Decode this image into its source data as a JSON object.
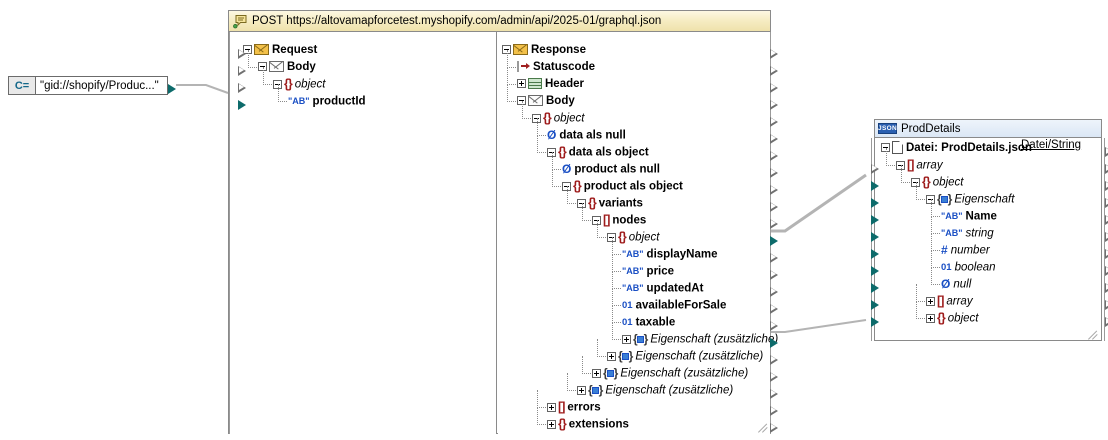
{
  "constant": {
    "name": "constant-box",
    "tag": "C=",
    "value": "\"gid://shopify/Produc...\""
  },
  "web_service": {
    "title": "POST https://altovamapforcetest.myshopify.com/admin/api/2025-01/graphql.json",
    "icon": "web-service-icon",
    "request": {
      "root_label": "Request",
      "nodes": [
        {
          "label": "Request",
          "indent": 0,
          "icon": "envelope-orange",
          "expander": "minus",
          "style": "bold",
          "port": "open"
        },
        {
          "label": "Body",
          "indent": 1,
          "icon": "envelope-white",
          "expander": "minus",
          "style": "bold",
          "port": "open"
        },
        {
          "label": "object",
          "indent": 2,
          "icon": "object",
          "expander": "minus",
          "style": "italic",
          "port": "open"
        },
        {
          "label": "productId",
          "indent": 3,
          "icon": "string",
          "expander": "none",
          "style": "bold",
          "port": "filled"
        }
      ]
    },
    "response": {
      "root_label": "Response",
      "nodes": [
        {
          "label": "Response",
          "indent": 0,
          "icon": "envelope-orange",
          "expander": "minus",
          "style": "bold",
          "port": "open"
        },
        {
          "label": "Statuscode",
          "indent": 1,
          "icon": "statuscode",
          "expander": "none",
          "style": "bold",
          "port": "open"
        },
        {
          "label": "Header",
          "indent": 1,
          "icon": "table",
          "expander": "plus",
          "style": "bold",
          "port": "open"
        },
        {
          "label": "Body",
          "indent": 1,
          "icon": "envelope-white",
          "expander": "minus",
          "style": "bold",
          "port": "open"
        },
        {
          "label": "object",
          "indent": 2,
          "icon": "object",
          "expander": "minus",
          "style": "italic",
          "port": "open"
        },
        {
          "label": "data als null",
          "indent": 3,
          "icon": "null",
          "expander": "none",
          "style": "bold",
          "port": "open"
        },
        {
          "label": "data als object",
          "indent": 3,
          "icon": "object",
          "expander": "minus",
          "style": "bold",
          "port": "open"
        },
        {
          "label": "product als null",
          "indent": 4,
          "icon": "null",
          "expander": "none",
          "style": "bold",
          "port": "open"
        },
        {
          "label": "product als object",
          "indent": 4,
          "icon": "object",
          "expander": "minus",
          "style": "bold",
          "port": "open"
        },
        {
          "label": "variants",
          "indent": 5,
          "icon": "object",
          "expander": "minus",
          "style": "bold",
          "port": "open"
        },
        {
          "label": "nodes",
          "indent": 6,
          "icon": "array",
          "expander": "minus",
          "style": "bold",
          "port": "open"
        },
        {
          "label": "object",
          "indent": 7,
          "icon": "object",
          "expander": "minus",
          "style": "italic",
          "port": "filled"
        },
        {
          "label": "displayName",
          "indent": 8,
          "icon": "string",
          "expander": "none",
          "style": "bold",
          "port": "open"
        },
        {
          "label": "price",
          "indent": 8,
          "icon": "string",
          "expander": "none",
          "style": "bold",
          "port": "open"
        },
        {
          "label": "updatedAt",
          "indent": 8,
          "icon": "string",
          "expander": "none",
          "style": "bold",
          "port": "open"
        },
        {
          "label": "availableForSale",
          "indent": 8,
          "icon": "boolean",
          "expander": "none",
          "style": "bold",
          "port": "open"
        },
        {
          "label": "taxable",
          "indent": 8,
          "icon": "boolean",
          "expander": "none",
          "style": "bold",
          "port": "open"
        },
        {
          "label": "Eigenschaft (zusätzliche)",
          "indent": 8,
          "icon": "property",
          "expander": "plus",
          "style": "italic",
          "port": "filled"
        },
        {
          "label": "Eigenschaft (zusätzliche)",
          "indent": 7,
          "icon": "property",
          "expander": "plus",
          "style": "italic",
          "port": "open"
        },
        {
          "label": "Eigenschaft (zusätzliche)",
          "indent": 6,
          "icon": "property",
          "expander": "plus",
          "style": "italic",
          "port": "open"
        },
        {
          "label": "Eigenschaft (zusätzliche)",
          "indent": 5,
          "icon": "property",
          "expander": "plus",
          "style": "italic",
          "port": "open"
        },
        {
          "label": "errors",
          "indent": 3,
          "icon": "array",
          "expander": "plus",
          "style": "bold",
          "port": "open"
        },
        {
          "label": "extensions",
          "indent": 3,
          "icon": "object",
          "expander": "plus",
          "style": "bold",
          "port": "open"
        }
      ]
    }
  },
  "prod_details": {
    "title": "ProdDetails",
    "badge": "JSON",
    "file_label": "Datei: ProdDetails.json",
    "file_string_button": "Datei/String",
    "nodes": [
      {
        "label": "Datei: ProdDetails.json",
        "indent": 0,
        "icon": "file",
        "expander": "minus",
        "style": "bold",
        "in": "none",
        "out": "open"
      },
      {
        "label": "array",
        "indent": 1,
        "icon": "array",
        "expander": "minus",
        "style": "italic",
        "in": "open",
        "out": "open"
      },
      {
        "label": "object",
        "indent": 2,
        "icon": "object",
        "expander": "minus",
        "style": "italic",
        "in": "filled",
        "out": "open"
      },
      {
        "label": "Eigenschaft",
        "indent": 3,
        "icon": "property",
        "expander": "minus",
        "style": "italic",
        "in": "filled",
        "out": "open"
      },
      {
        "label": "Name",
        "indent": 4,
        "icon": "string",
        "expander": "none",
        "style": "bold",
        "in": "filled",
        "out": "open"
      },
      {
        "label": "string",
        "indent": 4,
        "icon": "string",
        "expander": "none",
        "style": "italic",
        "in": "filled",
        "out": "open"
      },
      {
        "label": "number",
        "indent": 4,
        "icon": "number",
        "expander": "none",
        "style": "italic",
        "in": "filled",
        "out": "open"
      },
      {
        "label": "boolean",
        "indent": 4,
        "icon": "boolean",
        "expander": "none",
        "style": "italic",
        "in": "filled",
        "out": "open"
      },
      {
        "label": "null",
        "indent": 4,
        "icon": "null",
        "expander": "none",
        "style": "italic",
        "in": "filled",
        "out": "open"
      },
      {
        "label": "array",
        "indent": 3,
        "icon": "array",
        "expander": "plus",
        "style": "italic",
        "in": "filled",
        "out": "open"
      },
      {
        "label": "object",
        "indent": 3,
        "icon": "object",
        "expander": "plus",
        "style": "italic",
        "in": "filled",
        "out": "open"
      }
    ]
  },
  "colors": {
    "connector_teal": "#0d6b6b",
    "connector_line": "#b4b4b4",
    "title_yellow": "#efe2ab",
    "title_blue": "#dbe7f5",
    "json_badge": "#2a5fb0",
    "glyph_red": "#9e1b1b",
    "glyph_blue": "#1a4fc4",
    "envelope_orange": "#f3c14a"
  }
}
